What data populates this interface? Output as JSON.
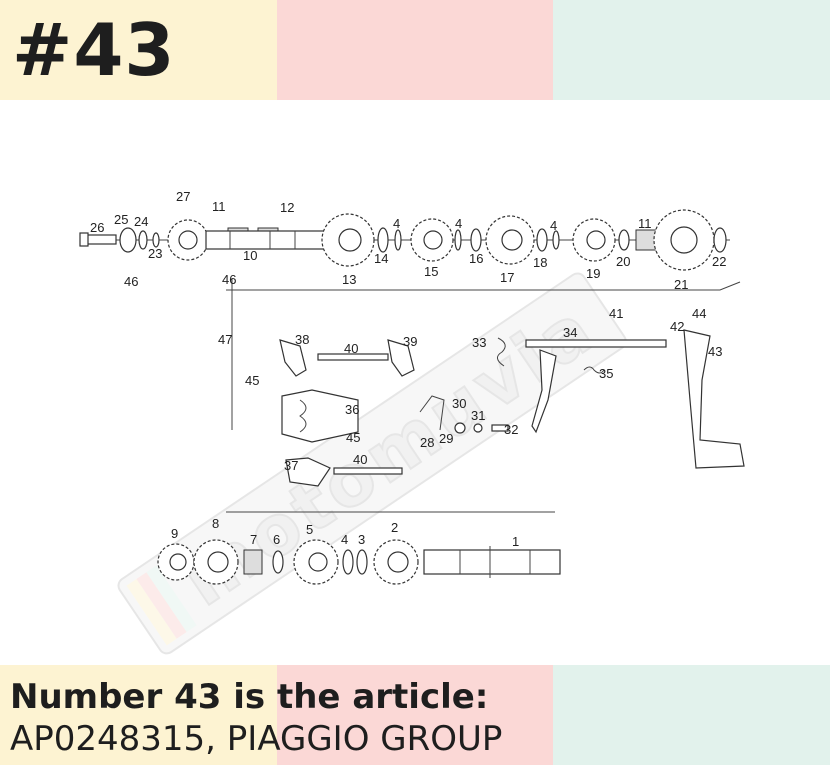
{
  "title": "#43",
  "caption": {
    "line1": "Number 43 is the article:",
    "line2": "AP0248315, PIAGGIO GROUP"
  },
  "watermark": "motomuvia",
  "colors": {
    "band_yellow": "#fdf3d2",
    "band_pink": "#fbd8d6",
    "band_mint": "#e2f2ec",
    "text": "#1e1e1e"
  },
  "callouts": [
    "1",
    "2",
    "3",
    "4",
    "5",
    "6",
    "7",
    "8",
    "9",
    "10",
    "11",
    "12",
    "13",
    "14",
    "15",
    "16",
    "17",
    "18",
    "19",
    "20",
    "21",
    "22",
    "23",
    "24",
    "25",
    "26",
    "27",
    "28",
    "29",
    "30",
    "31",
    "32",
    "33",
    "34",
    "35",
    "36",
    "37",
    "38",
    "39",
    "40",
    "41",
    "42",
    "43",
    "44",
    "45",
    "46",
    "47"
  ]
}
